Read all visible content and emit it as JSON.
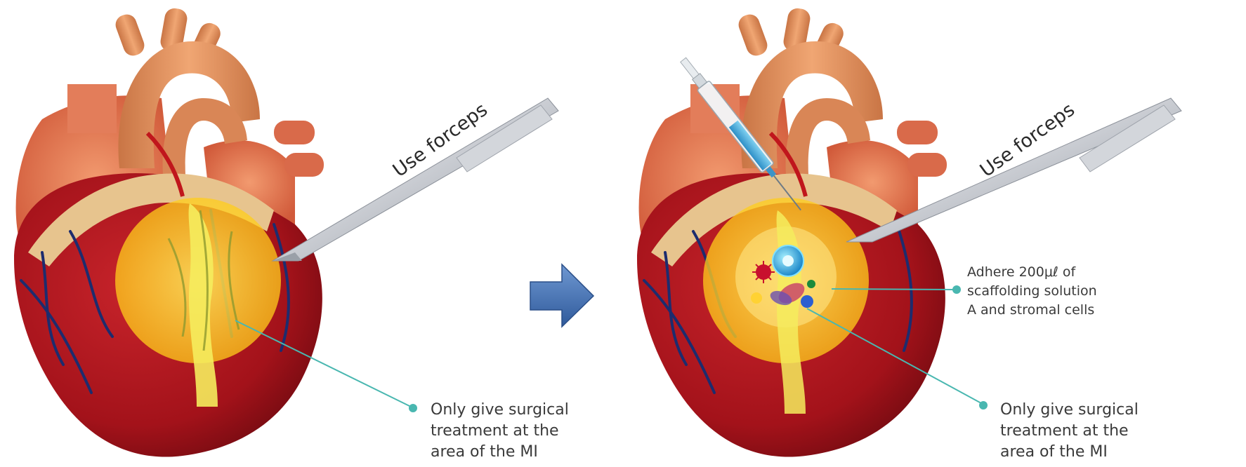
{
  "left_panel": {
    "forceps_label": "Use forceps",
    "callout_label": "Only give surgical\ntreatment at the\narea of the MI"
  },
  "right_panel": {
    "forceps_label": "Use forceps",
    "scaffold_label": "Adhere 200μℓ of\nscaffolding solution\nA and stromal cells",
    "callout_label": "Only give surgical\ntreatment at the\narea of the MI"
  },
  "colors": {
    "heart_muscle": "#b3151d",
    "atrium": "#e0724e",
    "aorta": "#e59865",
    "fat": "#e7c48e",
    "mi_area": "#ffd21e",
    "callout_line": "#49b7b0",
    "arrow": "#4a76b5"
  }
}
